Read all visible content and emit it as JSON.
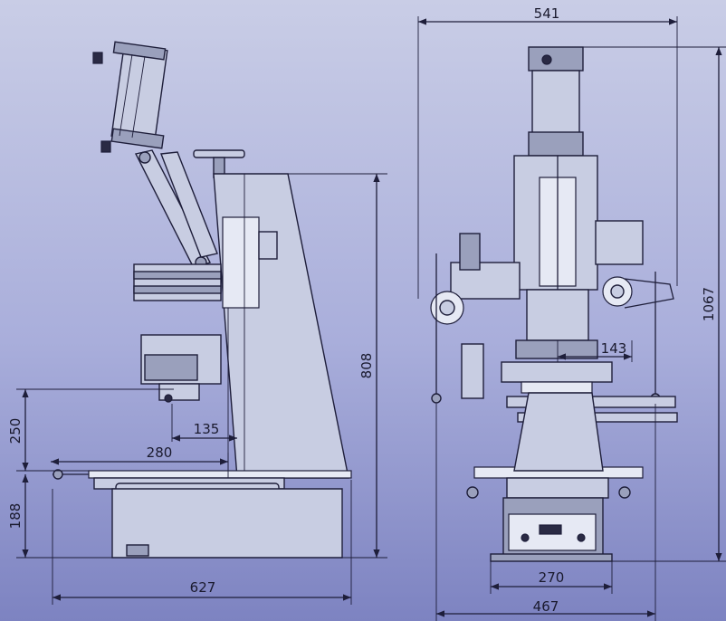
{
  "colors": {
    "background_light": "#c9cde6",
    "background_dark": "#7d83c1",
    "line": "#1e1e3a",
    "part_fill": "#c8cde2"
  },
  "dimensions": {
    "side_view": {
      "overall_length": "627",
      "table_reach": "280",
      "tool_offset": "135",
      "working_height": "250",
      "table_height": "188",
      "total_height": "808"
    },
    "front_view": {
      "overall_width": "541",
      "total_height": "1067",
      "tool_offset": "143",
      "base_width_inner": "270",
      "base_width_outer": "467"
    }
  }
}
